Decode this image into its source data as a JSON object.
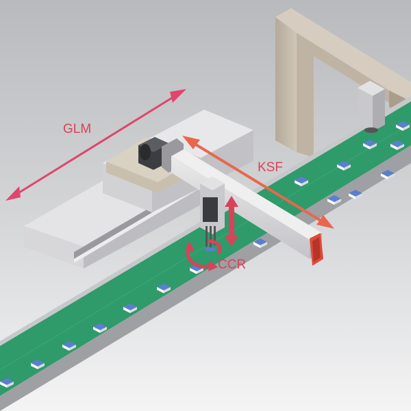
{
  "labels": {
    "glm": "GLM",
    "ksf": "KSF",
    "ccr": "CCR"
  },
  "colors": {
    "glm_arrow": "#e0456e",
    "ksf_arrow": "#e8674e",
    "ccr_arrow": "#d8435a",
    "label_text": "#d8435a",
    "conveyor_belt": "#2f9a6a",
    "workpiece": "#5a7fcf",
    "end_cap": "#e04a3a"
  }
}
